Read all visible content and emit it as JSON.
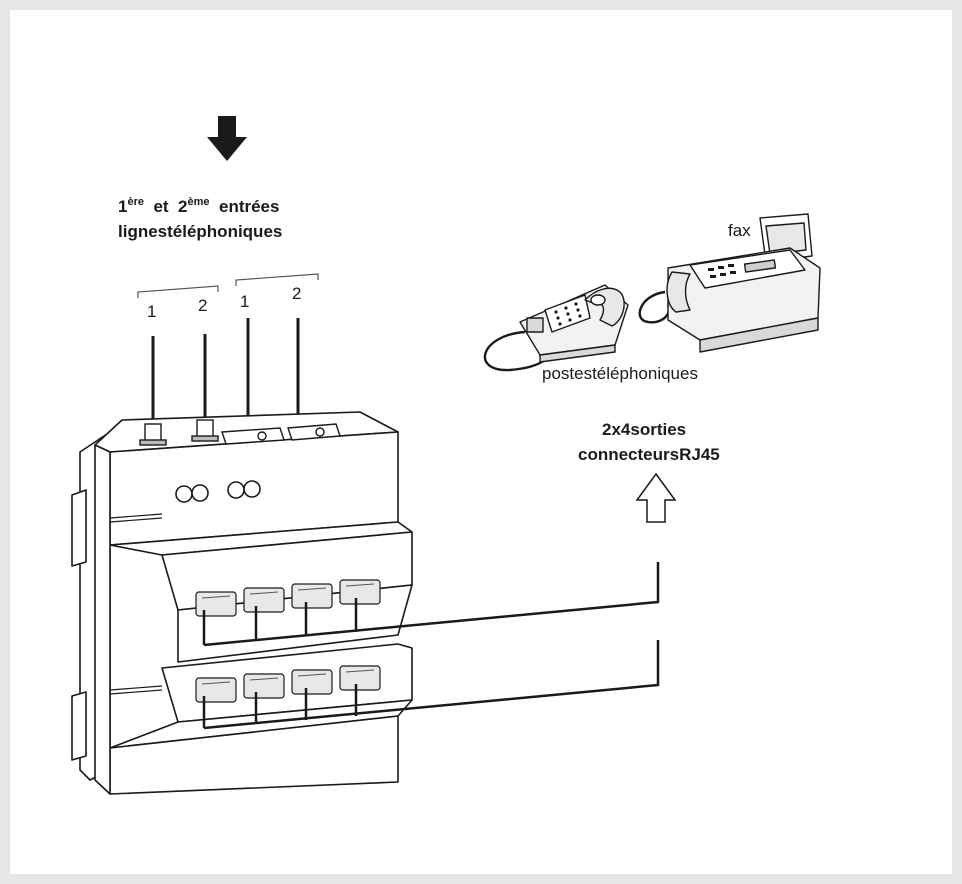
{
  "inputs": {
    "line1_num": "1",
    "line1_sup": "ère",
    "and_word": "et",
    "line2_num": "2",
    "line2_sup": "ème",
    "entrees": "entrées",
    "line2_text": "lignestéléphoniques",
    "terminal_labels": [
      "1",
      "2",
      "1",
      "2"
    ]
  },
  "devices": {
    "fax_label": "fax",
    "phone_label": "postestéléphoniques"
  },
  "outputs": {
    "line1": "2x4sorties",
    "line2": "connecteursRJ45"
  },
  "colors": {
    "background": "#e6e6e6",
    "panel": "#ffffff",
    "ink": "#1a1a1a",
    "device_fill": "#f2f2f2",
    "device_shade": "#d9d9d9"
  },
  "icons": {
    "input_arrow": "arrow-down-filled-icon",
    "output_arrow": "arrow-up-outline-icon"
  }
}
